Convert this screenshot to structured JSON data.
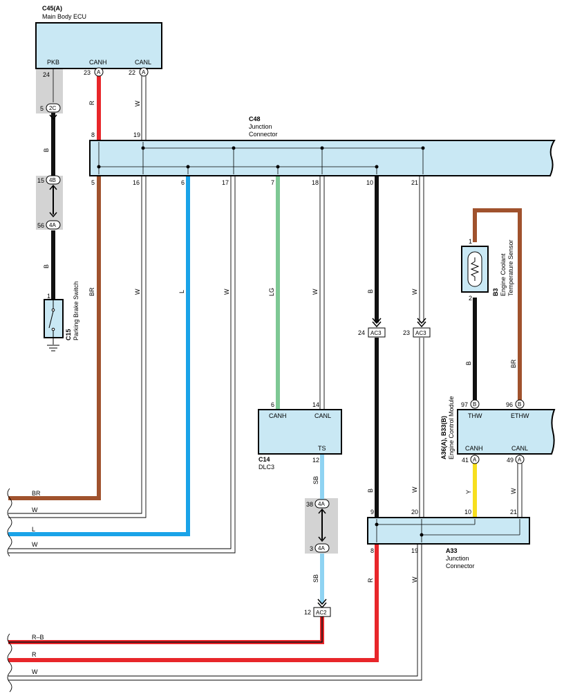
{
  "components": {
    "main_ecu": {
      "code": "C45(A)",
      "name": "Main Body ECU",
      "pins": {
        "pkb": "PKB",
        "canh": "CANH",
        "canl": "CANL"
      }
    },
    "jc_c48": {
      "code": "C48",
      "name1": "Junction",
      "name2": "Connector"
    },
    "brake_switch": {
      "code": "C15",
      "name": "Parking Brake Switch"
    },
    "dlc3": {
      "code": "C14",
      "name": "DLC3",
      "pins": {
        "canh": "CANH",
        "canl": "CANL",
        "ts": "TS"
      }
    },
    "coolant_sensor": {
      "code": "B3",
      "name1": "Engine Coolant",
      "name2": "Temperature Sensor"
    },
    "ecm": {
      "code": "A36(A), B33(B)",
      "name": "Engine Control Module",
      "pins": {
        "thw": "THW",
        "ethw": "ETHW",
        "canh": "CANH",
        "canl": "CANL"
      }
    },
    "jc_a33": {
      "code": "A33",
      "name1": "Junction",
      "name2": "Connector"
    }
  },
  "pin_numbers": {
    "ecu_pkb": "24",
    "ecu_canh": "23",
    "ecu_canl": "22",
    "c2_pkb": "5",
    "c48_in_8": "8",
    "c48_in_19": "19",
    "c48_out_5": "5",
    "c48_out_16": "16",
    "c48_out_6": "6",
    "c48_out_17": "17",
    "c48_out_7": "7",
    "c48_out_18": "18",
    "c48_out_10": "10",
    "c48_out_21": "21",
    "c4b": "15",
    "c4a": "56",
    "sw": "1",
    "ac3_b": "24",
    "ac3_w": "23",
    "sensor_1": "1",
    "sensor_2": "2",
    "ecm_thw": "97",
    "ecm_ethw": "96",
    "ecm_canh": "41",
    "ecm_canl": "49",
    "dlc_canh": "6",
    "dlc_canl": "14",
    "dlc_ts": "12",
    "j4a_top": "38",
    "j4a_bot": "3",
    "ac2": "12",
    "a33_9": "9",
    "a33_20": "20",
    "a33_10": "10",
    "a33_21": "21",
    "a33_8": "8",
    "a33_19": "19"
  },
  "connector_tags": {
    "a": "A",
    "c2": "2C",
    "c4b": "4B",
    "c4a": "4A",
    "ac3": "AC3",
    "ac2": "AC2",
    "b": "B"
  },
  "wire_colors": {
    "r": "R",
    "w": "W",
    "b": "B",
    "br": "BR",
    "l": "L",
    "lg": "LG",
    "sb": "SB",
    "y": "Y",
    "rb": "R–B"
  },
  "colors": {
    "red": "#e8262a",
    "brown": "#a0522d",
    "blue": "#1aa3e8",
    "green": "#7ec894",
    "lightblue": "#8fd3f2",
    "yellow": "#f7df1e",
    "black": "#111111",
    "connector_fill": "#c9e8f4",
    "gray_block": "#d3d3d3"
  }
}
